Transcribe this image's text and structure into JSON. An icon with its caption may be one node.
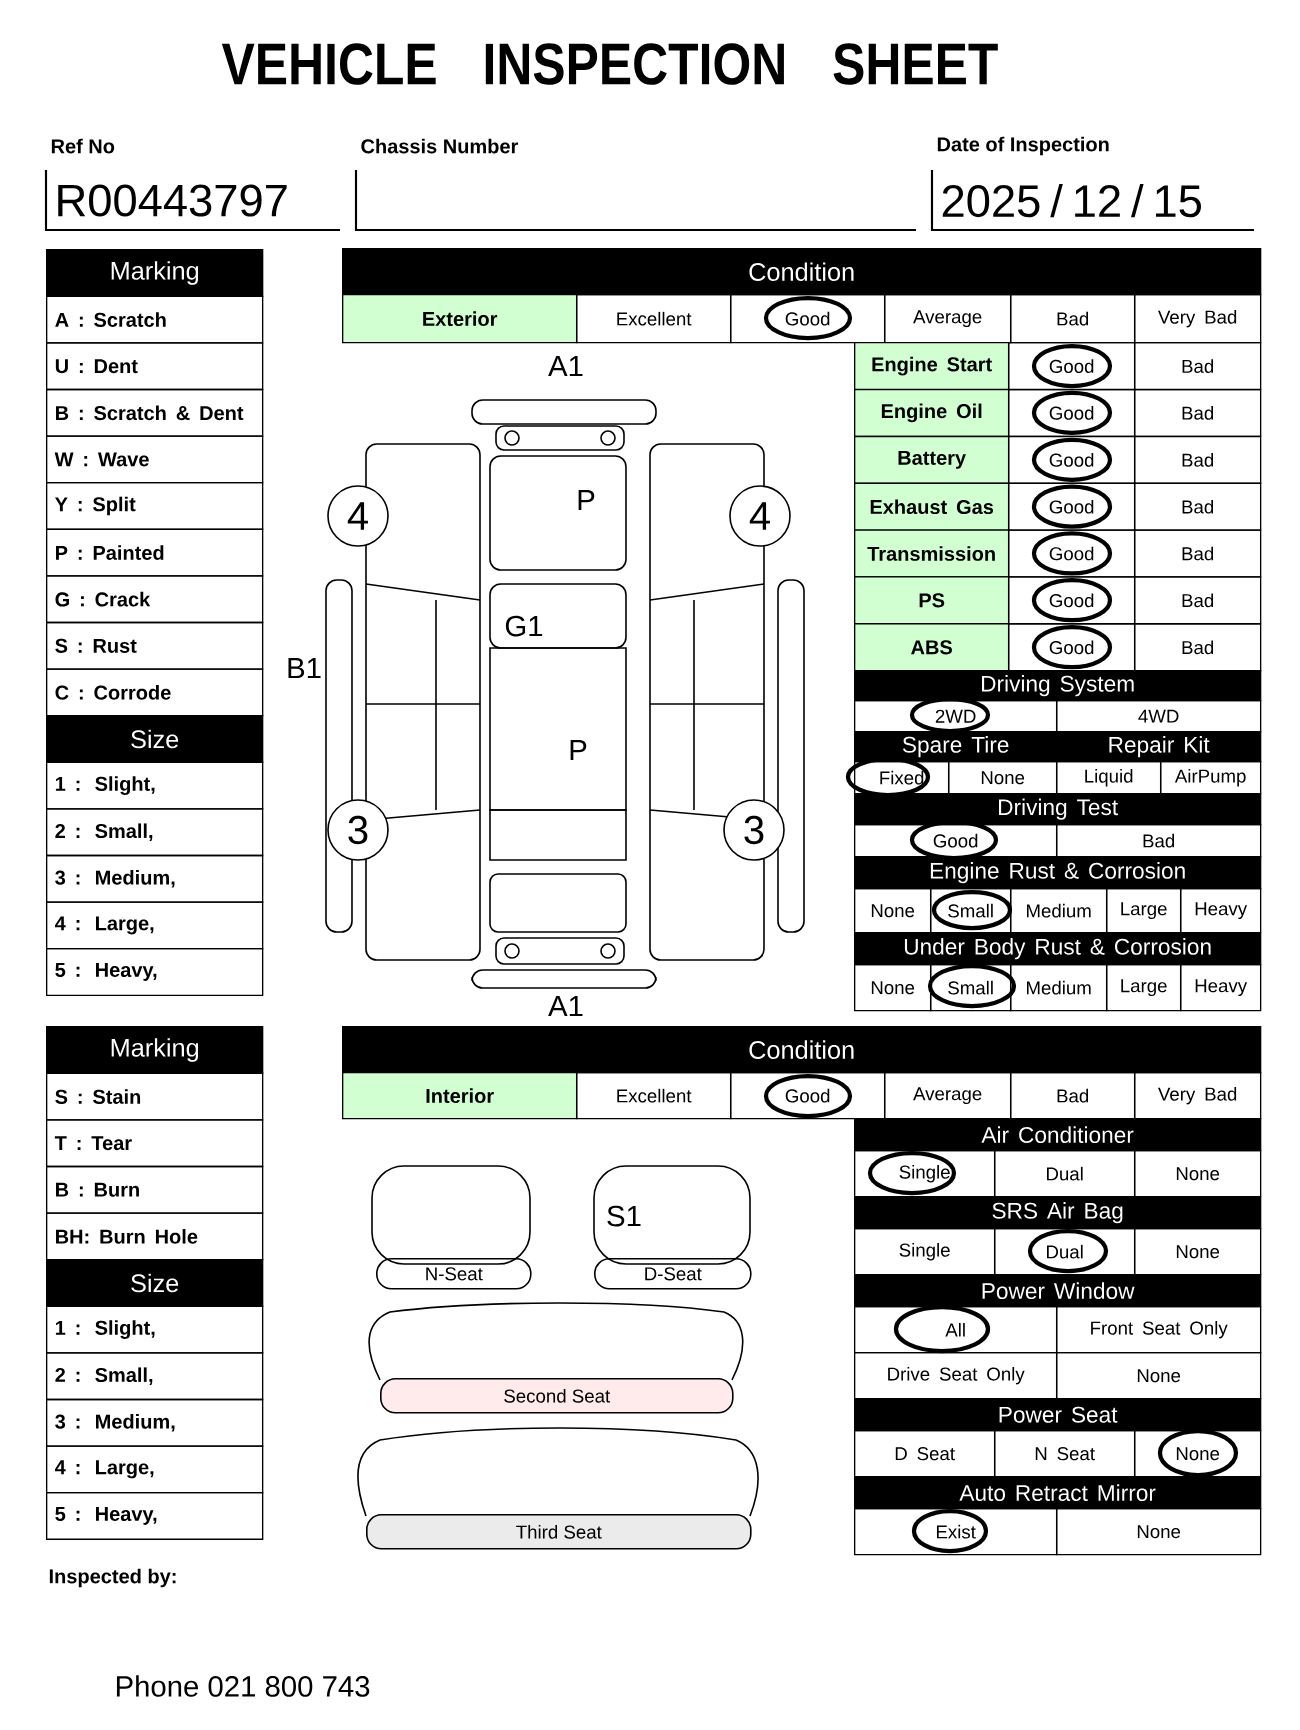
{
  "diagram": {
    "title": "VEHICLE INSPECTION SHEET",
    "nodes": [
      {
        "text": [
          "N-Seat"
        ]
      },
      {
        "text": [
          "D-Seat"
        ]
      },
      {
        "text": [
          "Second Seat"
        ]
      },
      {
        "text": [
          "Third Seat"
        ]
      }
    ],
    "labels": [
      "Ref No",
      "Chassis Number",
      "Date of Inspection",
      "R00443797",
      "2025 / 12 / 15",
      "Marking",
      "A : Scratch",
      "U : Dent",
      "B : Scratch & Dent",
      "W : Wave",
      "Y : Split",
      "P : Painted",
      "G : Crack",
      "S : Rust",
      "C : Corrode",
      "Size",
      "1 : Slight,",
      "2 : Small,",
      "3 : Medium,",
      "4 : Large,",
      "5 : Heavy,",
      "Condition",
      "Exterior",
      "Excellent",
      "Good",
      "Average",
      "Bad",
      "Very Bad",
      "Engine Start",
      "Good",
      "Bad",
      "Engine Oil",
      "Good",
      "Bad",
      "Battery",
      "Good",
      "Bad",
      "Exhaust Gas",
      "Good",
      "Bad",
      "Transmission",
      "Good",
      "Bad",
      "PS",
      "Good",
      "Bad",
      "ABS",
      "Good",
      "Bad",
      "Driving System",
      "2WD",
      "4WD",
      "Spare Tire",
      "Repair Kit",
      "Fixed",
      "None",
      "Liquid",
      "AirPump",
      "Driving Test",
      "Good",
      "Bad",
      "Engine Rust & Corrosion",
      "None",
      "Small",
      "Medium",
      "Large",
      "Heavy",
      "Under Body Rust & Corrosion",
      "None",
      "Small",
      "Medium",
      "Large",
      "Heavy",
      "A1",
      "4",
      "P",
      "4",
      "G1",
      "B1",
      "P",
      "3",
      "3",
      "A1",
      "Marking",
      "S : Stain",
      "T : Tear",
      "B : Burn",
      "BH: Burn Hole",
      "Size",
      "1 : Slight,",
      "2 : Small,",
      "3 : Medium,",
      "4 : Large,",
      "5 : Heavy,",
      "Condition",
      "Interior",
      "Excellent",
      "Good",
      "Average",
      "Bad",
      "Very Bad",
      "Air Conditioner",
      "Single",
      "Dual",
      "None",
      "SRS Air Bag",
      "Single",
      "Dual",
      "None",
      "Power Window",
      "All",
      "Front Seat Only",
      "Drive Seat Only",
      "None",
      "Power Seat",
      "D Seat",
      "N Seat",
      "None",
      "Auto Retract Mirror",
      "Exist",
      "None",
      "S1",
      "Inspected by:",
      "Phone  021 800 743"
    ]
  }
}
